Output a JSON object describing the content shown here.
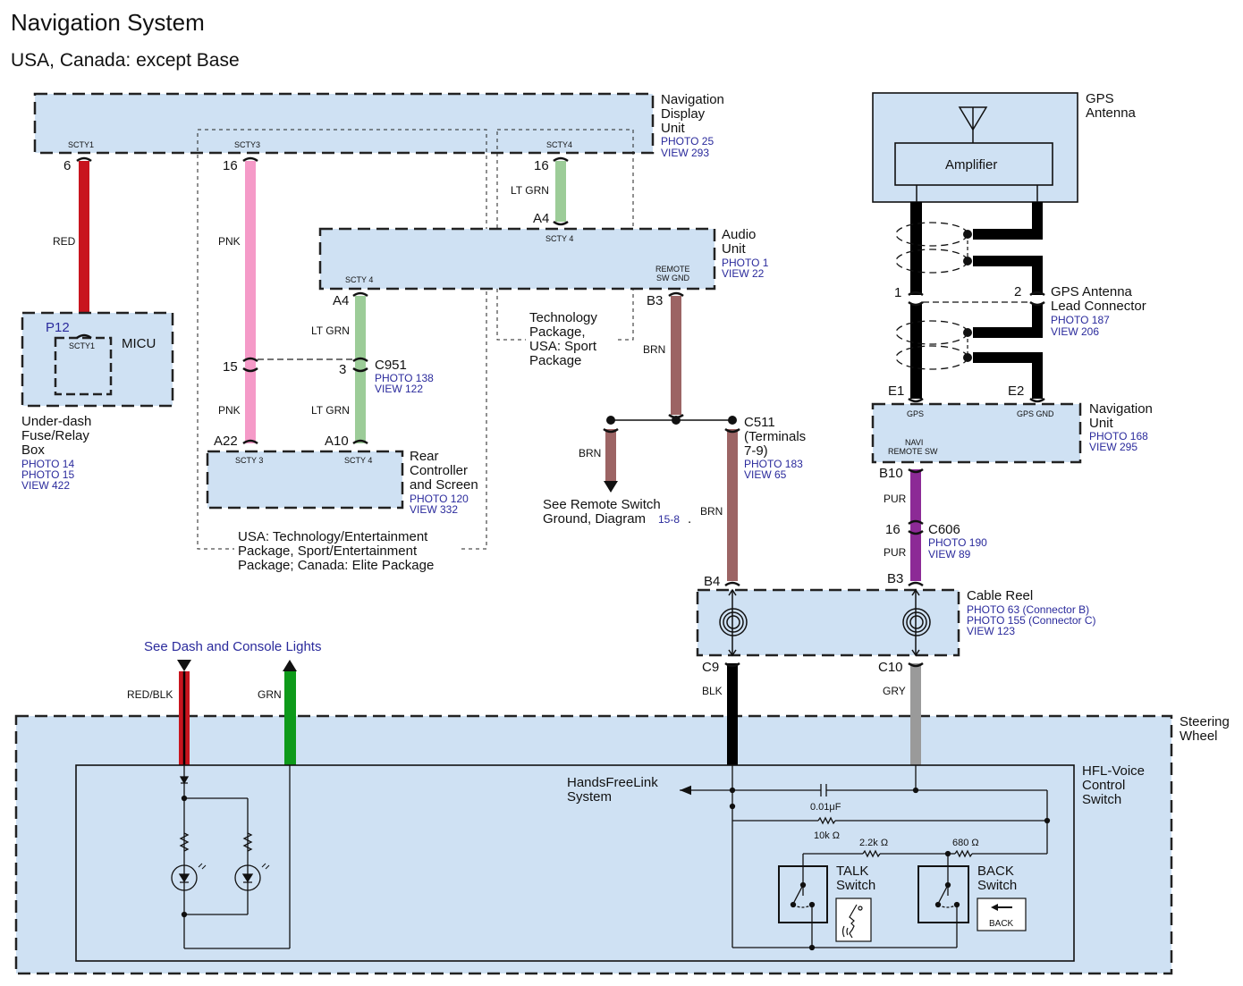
{
  "title": "Navigation System",
  "subtitle": "USA, Canada: except Base",
  "colors": {
    "box_fill": "#cfe1f3",
    "ref_text": "#2a2a9c",
    "wire_red": "#c8141e",
    "wire_pnk": "#f59ac8",
    "wire_ltgrn": "#9ccc98",
    "wire_brn": "#9c6464",
    "wire_pur": "#8c2a96",
    "wire_blk": "#000000",
    "wire_gry": "#9a9a9a",
    "wire_grn": "#0e9a1a"
  },
  "components": {
    "nav_display": {
      "name": [
        "Navigation",
        "Display",
        "Unit"
      ],
      "refs": [
        "PHOTO 25",
        "VIEW 293"
      ],
      "connectors": [
        "SCTY1",
        "SCTY3",
        "SCTY4"
      ]
    },
    "audio_unit": {
      "name": [
        "Audio",
        "Unit"
      ],
      "refs": [
        "PHOTO 1",
        "VIEW 22"
      ],
      "connectors": [
        "SCTY 4",
        "SCTY 4"
      ],
      "pin_label": [
        "REMOTE",
        "SW GND"
      ]
    },
    "micu": {
      "name": "MICU",
      "connector": "SCTY1",
      "pin": "P12",
      "box_name": [
        "Under-dash",
        "Fuse/Relay",
        "Box"
      ],
      "refs": [
        "PHOTO 14",
        "PHOTO 15",
        "VIEW 422"
      ]
    },
    "rear_controller": {
      "name": [
        "Rear",
        "Controller",
        "and Screen"
      ],
      "refs": [
        "PHOTO 120",
        "VIEW 332"
      ],
      "connectors": [
        "SCTY 3",
        "SCTY 4"
      ]
    },
    "gps_antenna": {
      "name": [
        "GPS",
        "Antenna"
      ],
      "amplifier": "Amplifier"
    },
    "gps_lead_connector": {
      "name": [
        "GPS Antenna",
        "Lead Connector"
      ],
      "refs": [
        "PHOTO 187",
        "VIEW 206"
      ],
      "pins": [
        "1",
        "2"
      ]
    },
    "nav_unit": {
      "name": [
        "Navigation",
        "Unit"
      ],
      "refs": [
        "PHOTO 168",
        "VIEW 295"
      ],
      "pin_labels": [
        "GPS",
        "GPS GND",
        "NAVI",
        "REMOTE SW"
      ],
      "pins": [
        "E1",
        "E2",
        "B10"
      ]
    },
    "c951": {
      "name": "C951",
      "refs": [
        "PHOTO 138",
        "VIEW 122"
      ],
      "pins": [
        "15",
        "3"
      ]
    },
    "c511": {
      "name": [
        "C511",
        "(Terminals",
        "7-9)"
      ],
      "refs": [
        "PHOTO 183",
        "VIEW 65"
      ]
    },
    "c606": {
      "name": "C606",
      "refs": [
        "PHOTO 190",
        "VIEW 89"
      ],
      "pin": "16"
    },
    "cable_reel": {
      "name": "Cable Reel",
      "refs": [
        "PHOTO 63 (Connector B)",
        "PHOTO 155 (Connector C)",
        "VIEW 123"
      ],
      "pins": [
        "B4",
        "B3",
        "C9",
        "C10"
      ]
    },
    "steering_wheel": {
      "name": [
        "Steering",
        "Wheel"
      ]
    },
    "hfl_switch": {
      "name": [
        "HFL-Voice",
        "Control",
        "Switch"
      ],
      "hfl_system": [
        "HandsFreeLink",
        "System"
      ],
      "capacitor": "0.01μF",
      "resistors": [
        "10k Ω",
        "2.2k Ω",
        "680 Ω"
      ],
      "talk": [
        "TALK",
        "Switch"
      ],
      "back": [
        "BACK",
        "Switch"
      ],
      "back_icon_label": "BACK"
    }
  },
  "notes": {
    "tech_package": [
      "Technology",
      "Package,",
      "USA: Sport",
      "Package"
    ],
    "usa_package": [
      "USA: Technology/Entertainment",
      "Package, Sport/Entertainment",
      "Package; Canada: Elite Package"
    ],
    "remote_ground": [
      "See Remote Switch",
      "Ground, Diagram "
    ],
    "remote_ground_link": "15-8",
    "dash_lights": "See Dash and Console Lights"
  },
  "wires": {
    "red": "RED",
    "pnk": "PNK",
    "ltgrn": "LT GRN",
    "brn": "BRN",
    "pur": "PUR",
    "blk": "BLK",
    "gry": "GRY",
    "redblk": "RED/BLK",
    "grn": "GRN"
  },
  "pins": {
    "p6": "6",
    "p16a": "16",
    "p16b": "16",
    "a4a": "A4",
    "a4b": "A4",
    "b3": "B3",
    "a22": "A22",
    "a10": "A10",
    "e1": "E1",
    "e2": "E2",
    "b10": "B10",
    "b4": "B4",
    "b3r": "B3",
    "c9": "C9",
    "c10": "C10",
    "p15": "15",
    "p3": "3",
    "p16c": "16",
    "p1": "1",
    "p2": "2"
  }
}
